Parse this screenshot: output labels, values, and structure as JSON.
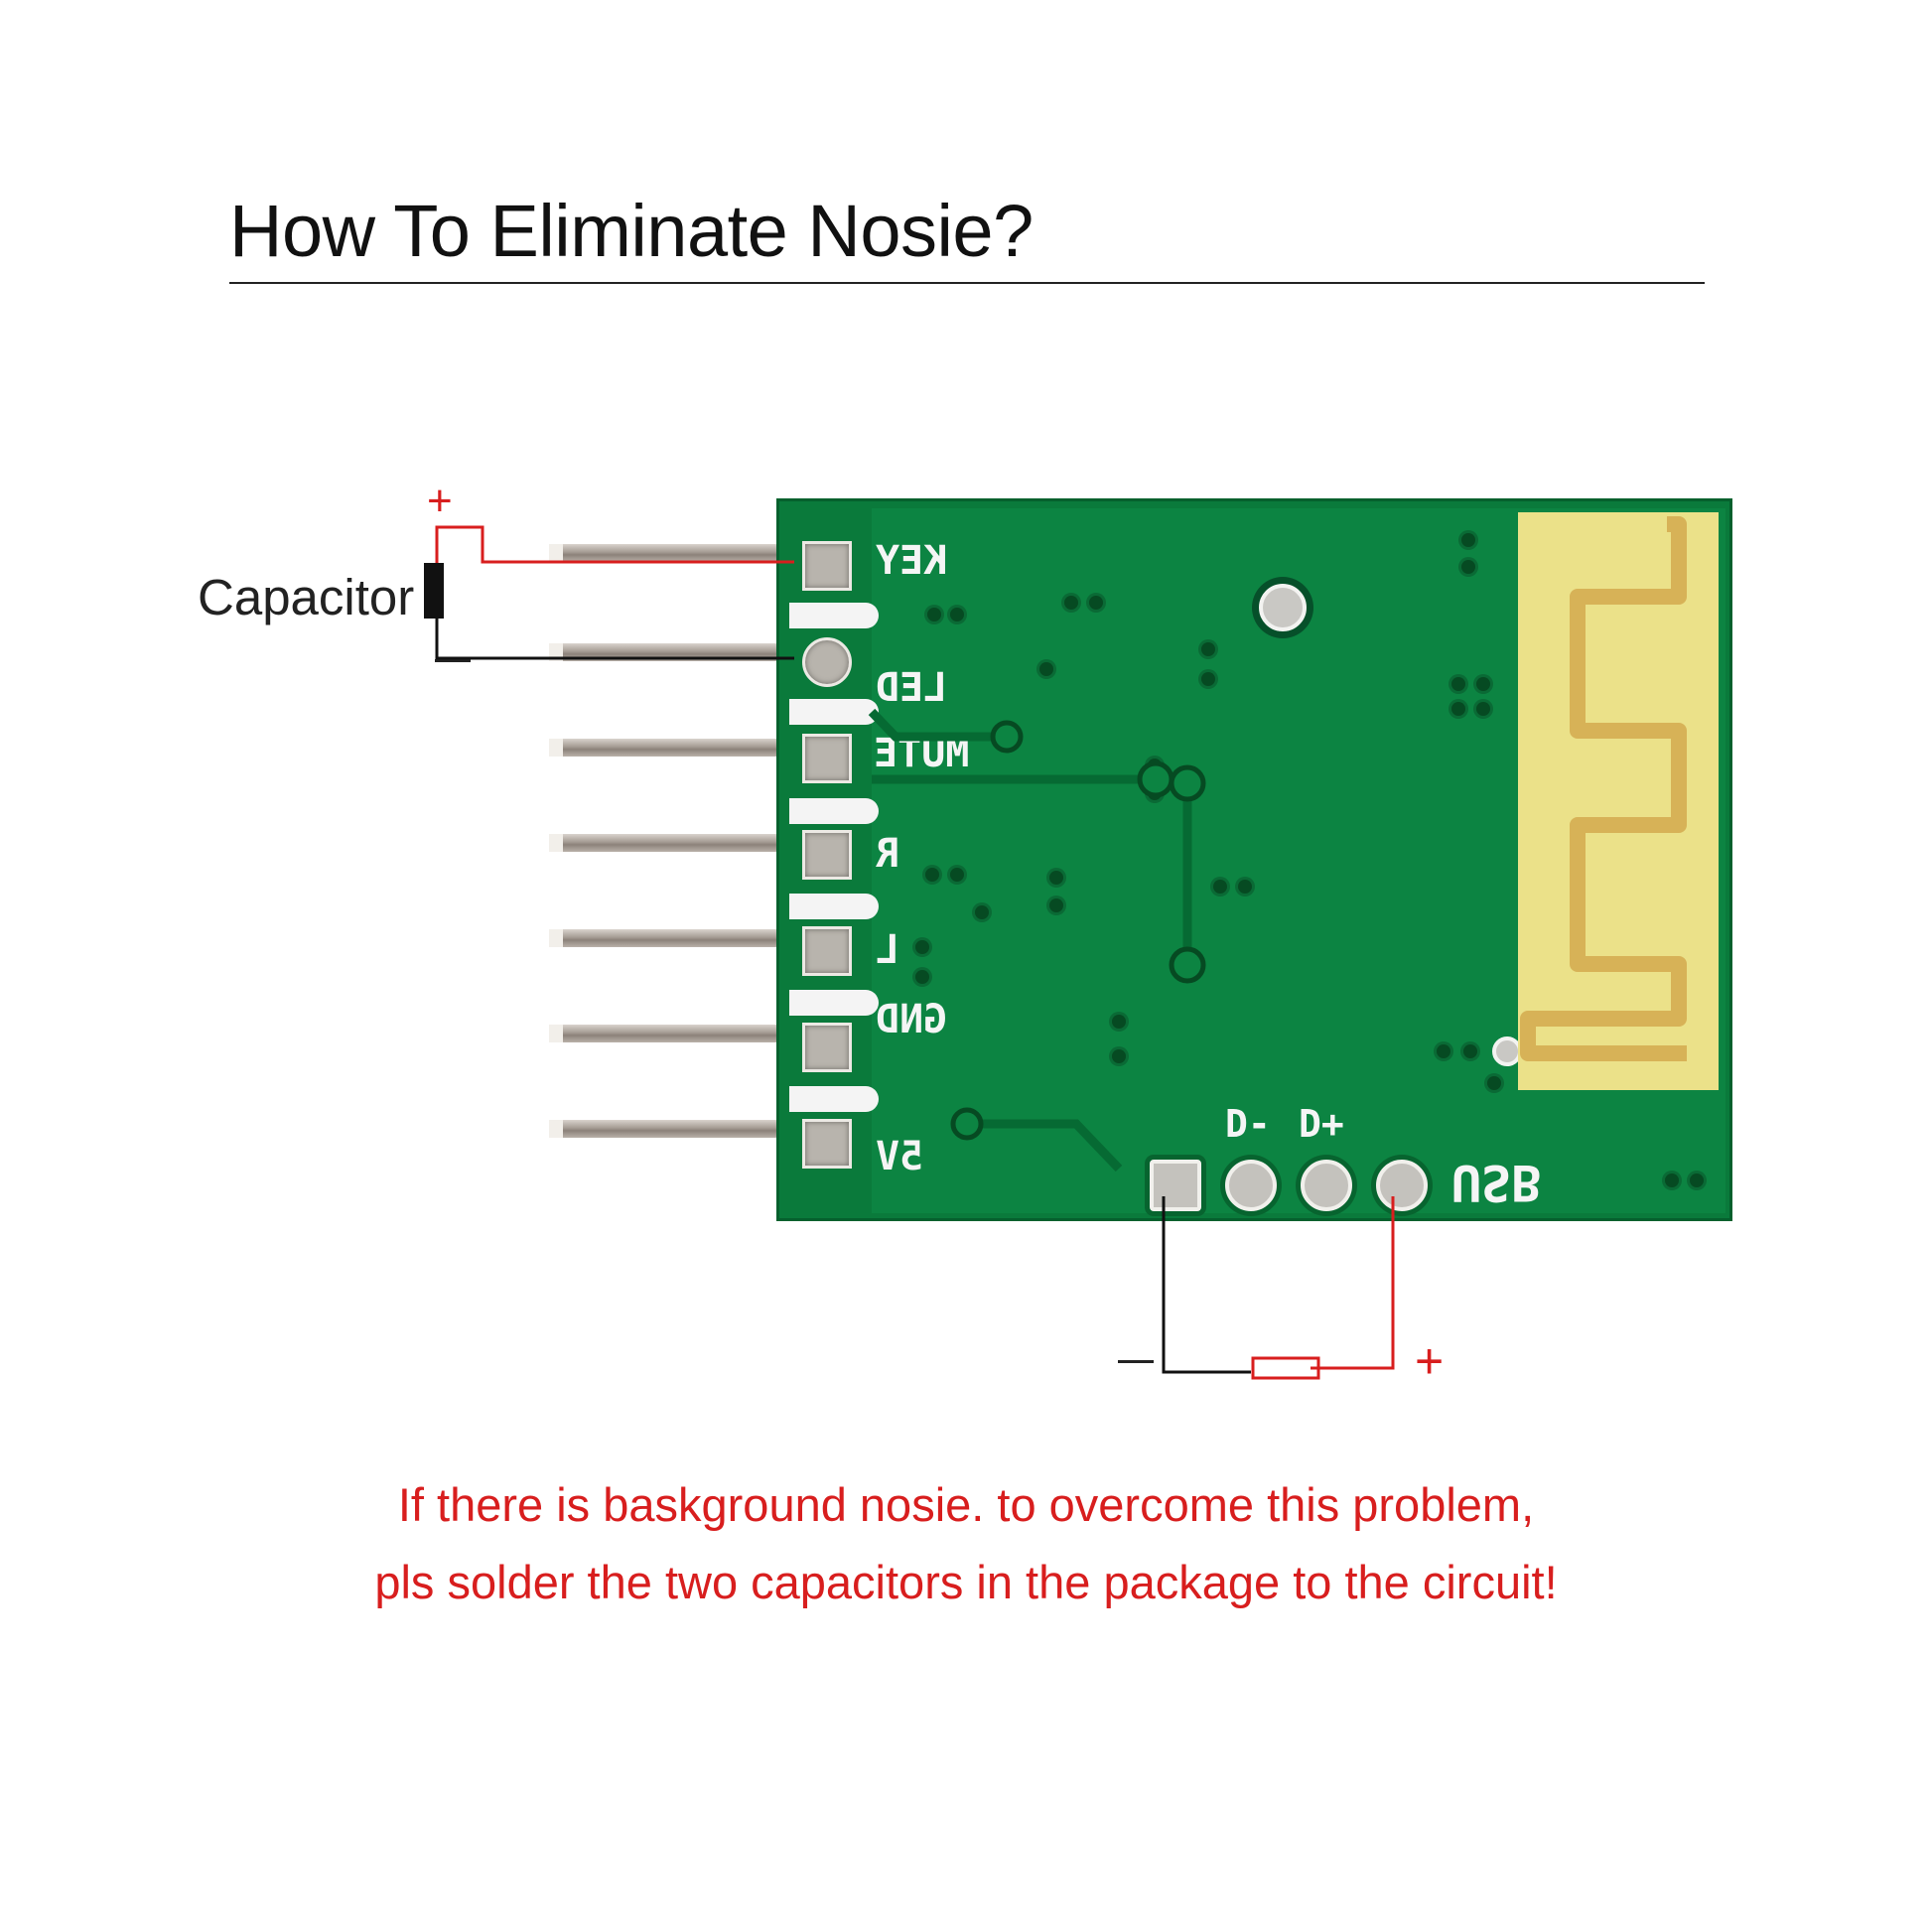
{
  "header": {
    "title": "How To Eliminate Nosie?"
  },
  "capacitor_diagram": {
    "label": "Capacitor",
    "positive_symbol": "+",
    "negative_symbol": "—"
  },
  "pcb": {
    "pin_labels": [
      "KEY",
      "LED",
      "MUTE",
      "R",
      "L",
      "GND",
      "5V"
    ],
    "usb_labels": {
      "d_minus": "D-",
      "d_plus": "D+",
      "usb": "USB"
    },
    "colors": {
      "board": "#0a7a3b",
      "silkscreen": "#f5f5f5",
      "antenna": "#ebe189",
      "antenna_trace": "#d4a94f"
    }
  },
  "resistor_diagram": {
    "negative_symbol": "—",
    "positive_symbol": "+"
  },
  "instructions": {
    "line1": "If there is baskground nosie. to overcome this problem,",
    "line2": "pls solder the two capacitors in the package to the circuit!",
    "color": "#d81e1e"
  }
}
